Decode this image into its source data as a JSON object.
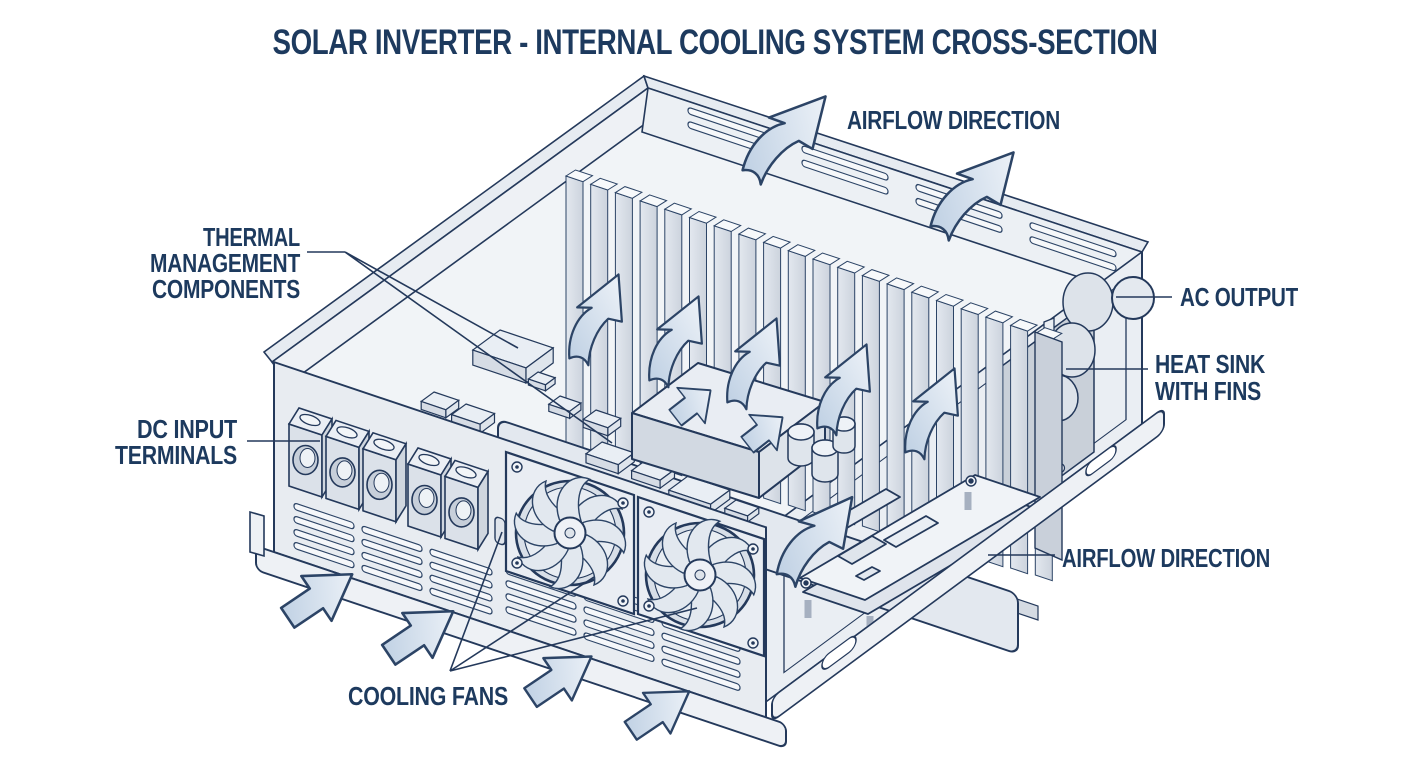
{
  "labels": {
    "title": "SOLAR INVERTER - INTERNAL COOLING SYSTEM CROSS-SECTION",
    "airflow_top": "AIRFLOW DIRECTION",
    "airflow_right": "AIRFLOW DIRECTION",
    "thermal": [
      "THERMAL",
      "MANAGEMENT",
      "COMPONENTS"
    ],
    "dc_input": [
      "DC INPUT",
      "TERMINALS"
    ],
    "ac_output": "AC OUTPUT",
    "heat_sink": [
      "HEAT SINK",
      "WITH FINS"
    ],
    "cooling_fans": "COOLING FANS"
  },
  "colors": {
    "outline": "#24395b",
    "text": "#1d3a5e",
    "panel_light": "#eef1f5",
    "panel_mid": "#dfe4eb",
    "panel_dark": "#c9d0da",
    "arrow_blue": "#c6d5e6",
    "background": "#ffffff"
  }
}
